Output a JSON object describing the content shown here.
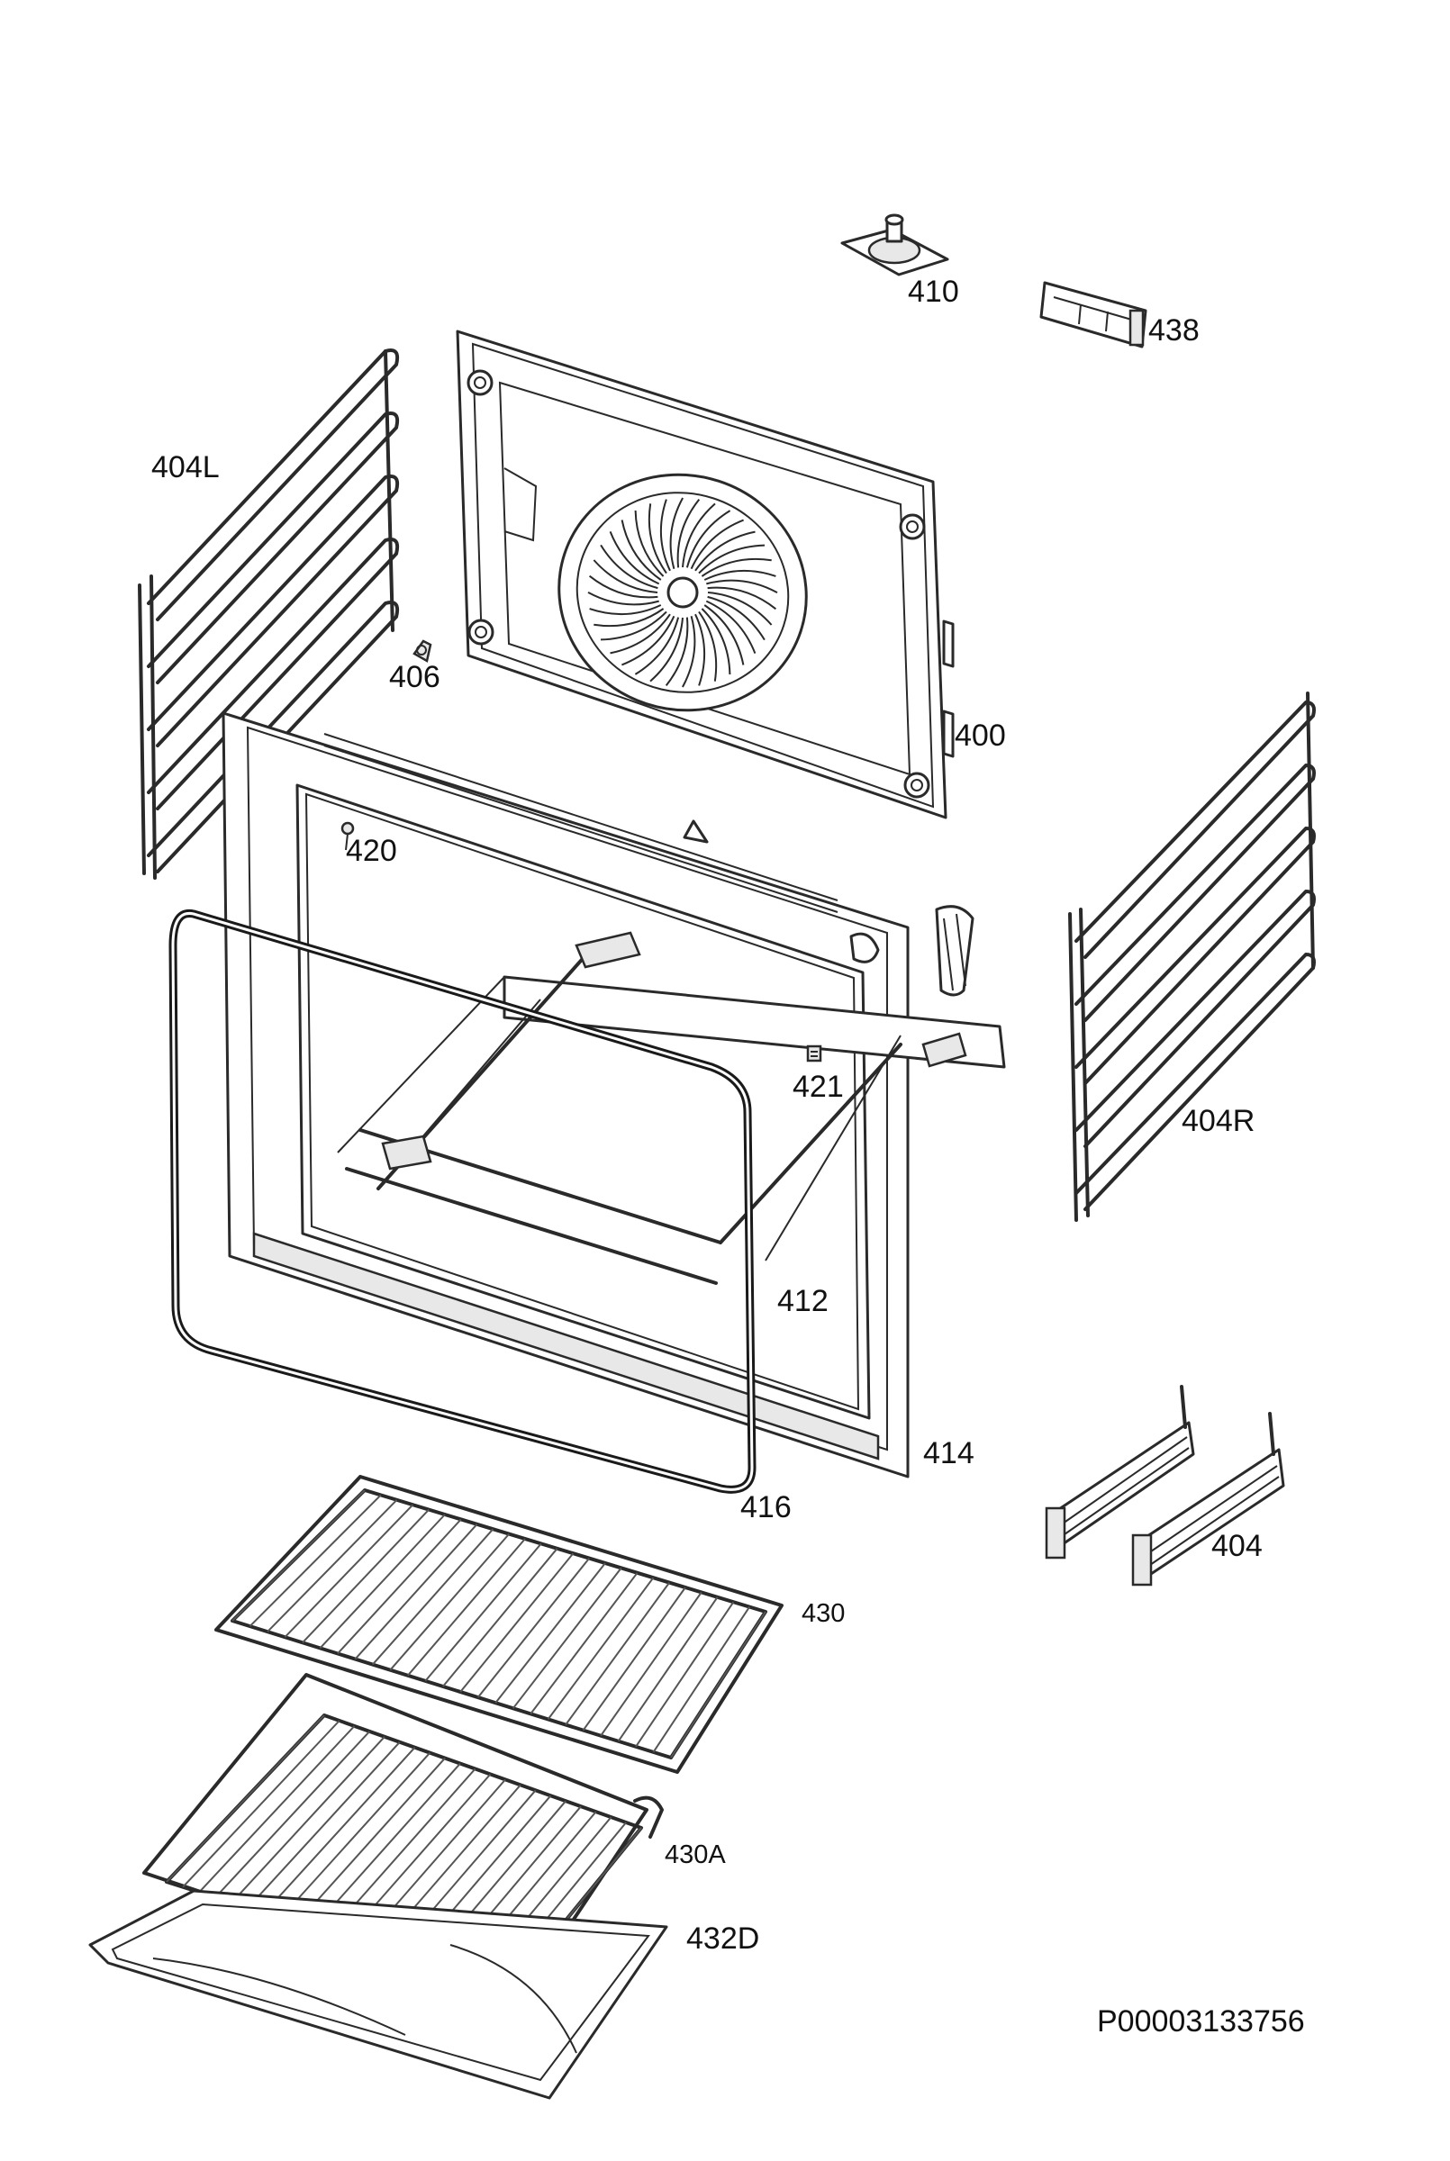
{
  "parts": [
    {
      "id": "p410",
      "label": "410"
    },
    {
      "id": "p438",
      "label": "438"
    },
    {
      "id": "p404L",
      "label": "404L"
    },
    {
      "id": "p406",
      "label": "406"
    },
    {
      "id": "p400",
      "label": "400"
    },
    {
      "id": "p420",
      "label": "420"
    },
    {
      "id": "p421",
      "label": "421"
    },
    {
      "id": "p404R",
      "label": "404R"
    },
    {
      "id": "p412",
      "label": "412"
    },
    {
      "id": "p414",
      "label": "414"
    },
    {
      "id": "p416",
      "label": "416"
    },
    {
      "id": "p404",
      "label": "404"
    },
    {
      "id": "p430",
      "label": "430"
    },
    {
      "id": "p430A",
      "label": "430A"
    },
    {
      "id": "p432D",
      "label": "432D"
    }
  ],
  "document_id": "P00003133756"
}
